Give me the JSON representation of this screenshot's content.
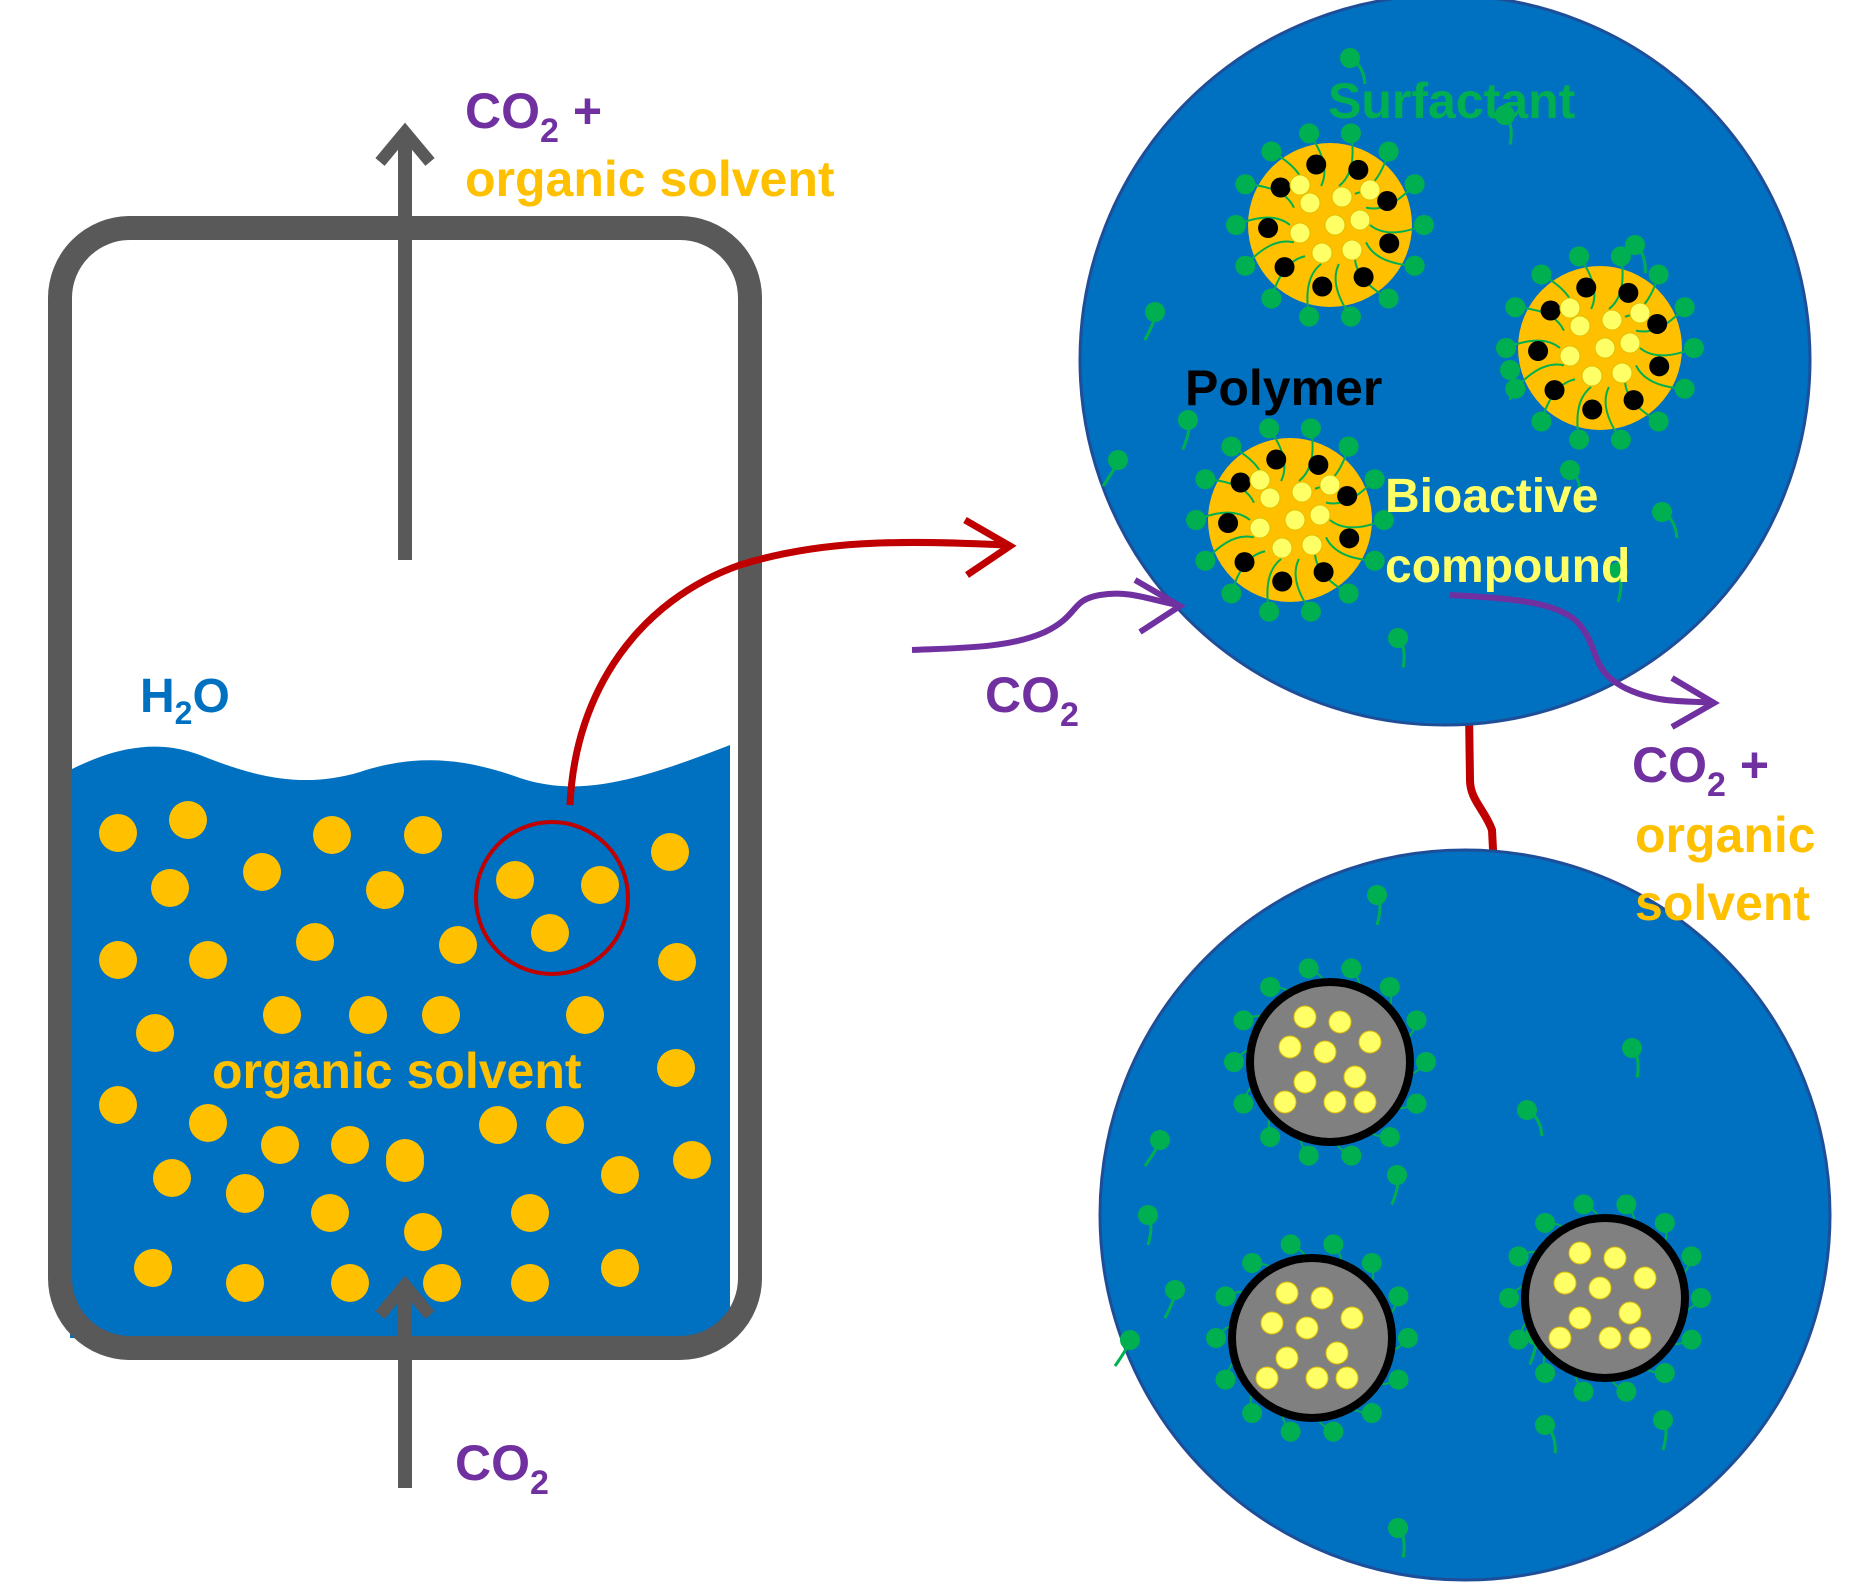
{
  "labels": {
    "top_left_co2": "CO",
    "top_left_co2_sub": "2",
    "top_left_plus": " +",
    "top_left_solvent": "organic solvent",
    "h2o_h": "H",
    "h2o_sub": "2",
    "h2o_o": "O",
    "vessel_solvent": "organic solvent",
    "bottom_co2": "CO",
    "bottom_co2_sub": "2",
    "middle_co2": "CO",
    "middle_co2_sub": "2",
    "surfactant": "Surfactant",
    "polymer": "Polymer",
    "bioactive_line1": "Bioactive",
    "bioactive_line2": "compound",
    "right_co2": "CO",
    "right_co2_sub": "2",
    "right_plus": " +",
    "right_solvent_line1": "organic",
    "right_solvent_line2": "solvent"
  },
  "colors": {
    "water": "#0070C0",
    "droplet": "#FFC000",
    "droplet_label": "#FFC000",
    "co2_label": "#7030A0",
    "co2_arrow": "#7030A0",
    "h2o_label": "#0070C0",
    "surfactant": "#00B050",
    "bioactive": "#FFFF66",
    "polymer_dot": "#000000",
    "vessel_wall": "#595959",
    "red_arrow": "#C00000",
    "zoom_circle": "#0070C0",
    "particle_grey": "#808080"
  }
}
